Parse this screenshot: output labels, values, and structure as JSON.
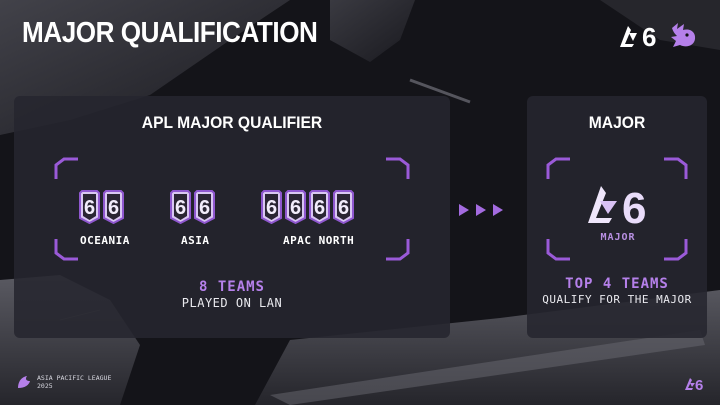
{
  "title": "MAJOR QUALIFICATION",
  "qualifier": {
    "title": "APL MAJOR QUALIFIER",
    "regions": [
      {
        "name": "OCEANIA",
        "slots": 2
      },
      {
        "name": "ASIA",
        "slots": 2
      },
      {
        "name": "APAC NORTH",
        "slots": 4
      }
    ],
    "badge_glyph": "6",
    "summary_highlight": "8 TEAMS",
    "summary_sub": "PLAYED ON LAN"
  },
  "major": {
    "title": "MAJOR",
    "logo_label": "MAJOR",
    "summary_highlight": "TOP 4 TEAMS",
    "summary_sub": "QUALIFY FOR THE MAJOR"
  },
  "footer": {
    "line1": "ASIA PACIFIC LEAGUE",
    "line2": "2025"
  },
  "brand": {
    "accent": "#b580ea",
    "accent_dark": "#8f57cf",
    "logo_glyph": "6"
  },
  "icons": [
    "blast-logo-icon",
    "dragon-icon",
    "six-badge-icon",
    "play-arrow-icon",
    "major-logo-icon",
    "apl-logo-icon"
  ]
}
